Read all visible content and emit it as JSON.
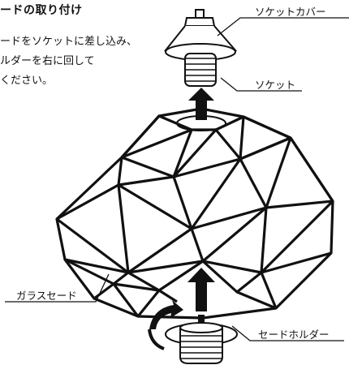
{
  "title": "ードの取り付け",
  "instructions": {
    "line1": "ードをソケットに差し込み、",
    "line2": "ルダーを右に回して",
    "line3": "ください。"
  },
  "callouts": {
    "socket_cover": "ソケットカバー",
    "socket": "ソケット",
    "glass_shade": "ガラスセード",
    "shade_holder": "セードホルダー"
  },
  "icons": {
    "up_arrow": "up-arrow-icon",
    "rotate_arrow": "rotate-clockwise-icon"
  }
}
